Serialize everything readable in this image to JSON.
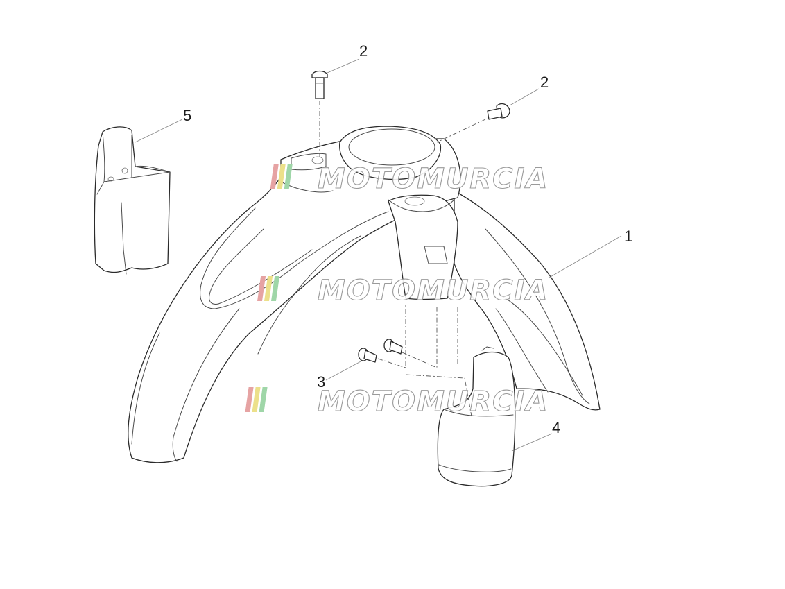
{
  "callouts": [
    "1",
    "2",
    "2",
    "3",
    "4",
    "5"
  ],
  "watermark": {
    "text": "MOTOMURCIA",
    "stripe_colors": [
      "#e6a3a3",
      "#ece08a",
      "#9fd6a8"
    ]
  }
}
